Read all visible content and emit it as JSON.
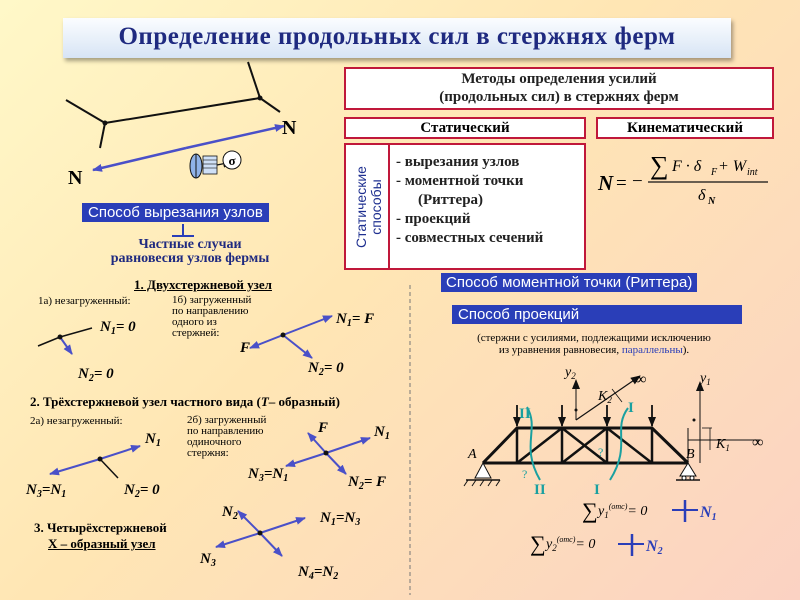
{
  "title": "Определение продольных сил в стержнях ферм",
  "methods": {
    "header_line1": "Методы определения усилий",
    "header_line2": "(продольных сил) в стержнях ферм",
    "static": "Статический",
    "kinematic": "Кинематический",
    "static_methods_label_line1": "Статические",
    "static_methods_label_line2": "способы",
    "list": [
      "- вырезания узлов",
      "- моментной точки",
      "(Риттера)",
      "- проекций",
      "- совместных сечений"
    ]
  },
  "kinematic_formula": {
    "N": "N",
    "sum": "∑",
    "body": "F · δ",
    "F_sub": "F",
    "plus": "+ W",
    "int": "int",
    "denom": "δ",
    "N_sub": "N"
  },
  "top_figure": {
    "N_right": "N",
    "N_left": "N",
    "sigma": "σ"
  },
  "joint_method": {
    "tag": "Способ вырезания узлов",
    "special_line1": "Частные случаи",
    "special_line2": "равновесия узлов фермы",
    "two_bar": "1. Двухстержневой узел",
    "c1a": "1а) незагруженный:",
    "c1b_1": "1б) загруженный",
    "c1b_2": "по направлению",
    "c1b_3": "одного  из",
    "c1b_4": "стержней:",
    "three_bar_a": "2. Трёхстержневой узел частного вида (",
    "three_bar_b": "T",
    "three_bar_c": "– образный)",
    "c2a": "2а) незагруженный:",
    "c2b_1": "2б) загруженный",
    "c2b_2": "по направлению",
    "c2b_3": "одиночного",
    "c2b_4": "стержня:",
    "four_bar_1": "3. Четырёхстержневой",
    "four_bar_2": "X – образный узел"
  },
  "labels": {
    "N": "N",
    "F": "F",
    "eq0": "= 0",
    "eqF": "= F",
    "eq": "=",
    "s1": "1",
    "s2": "2",
    "s3": "3",
    "s4": "4"
  },
  "ritter": {
    "tag": "Способ моментной точки (Риттера)"
  },
  "projection": {
    "tag": "Способ проекций",
    "note_1": "(стержни с усилиями, подлежащими исключению",
    "note_2a": "из уравнения равновесия, ",
    "note_2b": "параллельны",
    "note_2c": ")."
  },
  "truss": {
    "A": "A",
    "B": "B",
    "y2": "y",
    "y1": "y",
    "K2": "K",
    "K1": "K",
    "inf": "∞",
    "II": "II",
    "I": "I",
    "q": "?",
    "sub1": "1",
    "sub2": "2"
  },
  "equations": {
    "sum": "∑",
    "y": "y",
    "otc": "(отс)",
    "eq0": "= 0",
    "N1": "N",
    "N2": "N",
    "sub1": "1",
    "sub2": "2"
  },
  "colors": {
    "red_border": "#c0183a",
    "blue": "#2a3eb8",
    "title_text": "#1f2a80",
    "arrow": "#4a50c8",
    "teal": "#1aa0a0"
  }
}
